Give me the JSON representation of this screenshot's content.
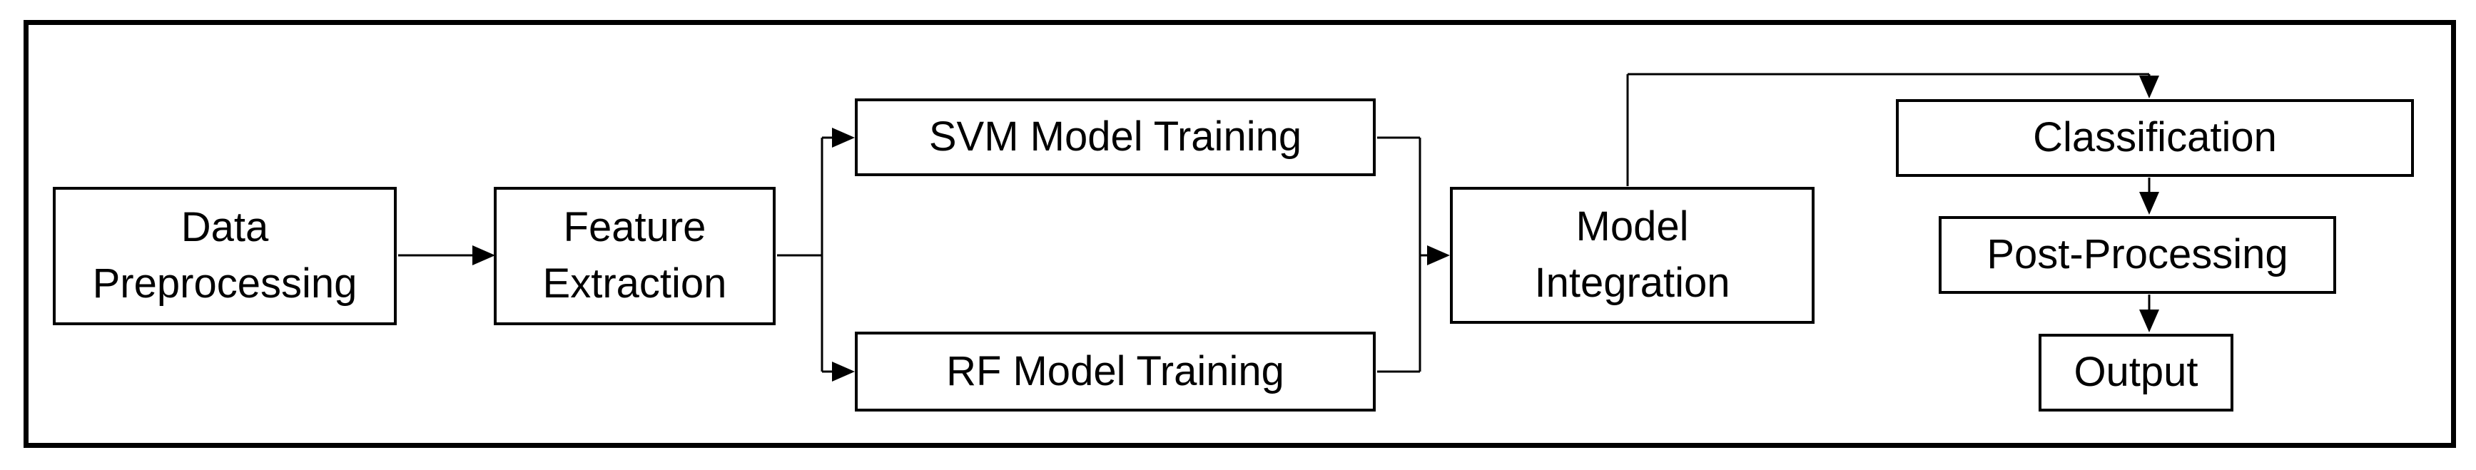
{
  "diagram": {
    "type": "flowchart",
    "colors": {
      "background": "#ffffff",
      "stroke": "#000000",
      "text": "#000000"
    },
    "nodes": [
      {
        "id": "data-preprocessing",
        "label": "Data\nPreprocessing"
      },
      {
        "id": "feature-extraction",
        "label": "Feature\nExtraction"
      },
      {
        "id": "svm-model-training",
        "label": "SVM Model Training"
      },
      {
        "id": "rf-model-training",
        "label": "RF Model Training"
      },
      {
        "id": "model-integration",
        "label": "Model\nIntegration"
      },
      {
        "id": "classification",
        "label": "Classification"
      },
      {
        "id": "post-processing",
        "label": "Post-Processing"
      },
      {
        "id": "output",
        "label": "Output"
      }
    ],
    "edges": [
      {
        "from": "Data Preprocessing",
        "to": "Feature Extraction"
      },
      {
        "from": "Feature Extraction",
        "to": "SVM Model Training"
      },
      {
        "from": "Feature Extraction",
        "to": "RF Model Training"
      },
      {
        "from": "SVM Model Training",
        "to": "Model Integration"
      },
      {
        "from": "RF Model Training",
        "to": "Model Integration"
      },
      {
        "from": "Model Integration",
        "to": "Classification"
      },
      {
        "from": "Classification",
        "to": "Post-Processing"
      },
      {
        "from": "Post-Processing",
        "to": "Output"
      }
    ]
  }
}
